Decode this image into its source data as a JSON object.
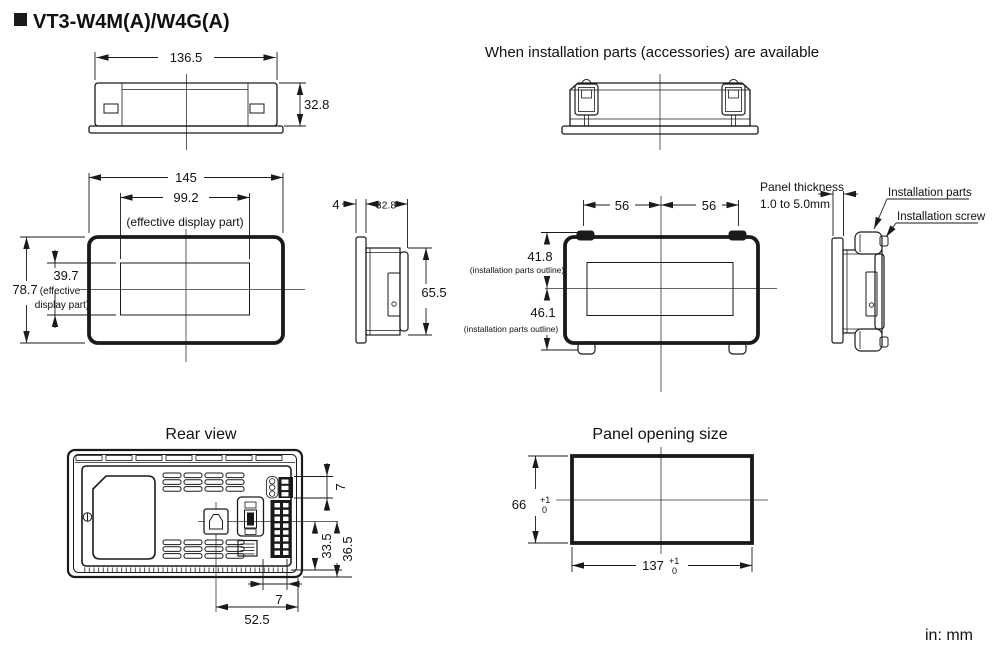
{
  "title": "VT3-W4M(A)/W4G(A)",
  "units_note": "in: mm",
  "install_section_title": "When installation parts (accessories) are available",
  "rear_section_title": "Rear view",
  "panel_section_title": "Panel opening size",
  "top_view": {
    "width": "136.5",
    "depth": "32.8"
  },
  "front_view": {
    "width": "145",
    "display_width": "99.2",
    "display_note": "(effective display part)",
    "height": "78.7",
    "display_height": "39.7",
    "side_note_line1": "(effective",
    "side_note_line2": "display part)"
  },
  "side_view": {
    "flange_thickness": "4",
    "depth": "32.8",
    "height": "65.5"
  },
  "install_front": {
    "pitch_left": "56",
    "pitch_right": "56",
    "upper_height": "41.8",
    "upper_note": "(installation parts outline)",
    "lower_height": "46.1",
    "lower_note": "(installation parts outline)"
  },
  "install_side": {
    "panel_thickness_line1": "Panel thickness",
    "panel_thickness_line2": "1.0 to 5.0mm",
    "parts_label": "Installation parts",
    "screw_label": "Installation screw"
  },
  "rear_view": {
    "connector_pitch": "7",
    "inner_height": "33.5",
    "outer_height": "36.5",
    "pitch": "7",
    "usb_offset": "52.5"
  },
  "panel_opening": {
    "height": "66",
    "height_tol_upper": "+1",
    "height_tol_lower": "0",
    "width": "137",
    "width_tol_upper": "+1",
    "width_tol_lower": "0"
  }
}
